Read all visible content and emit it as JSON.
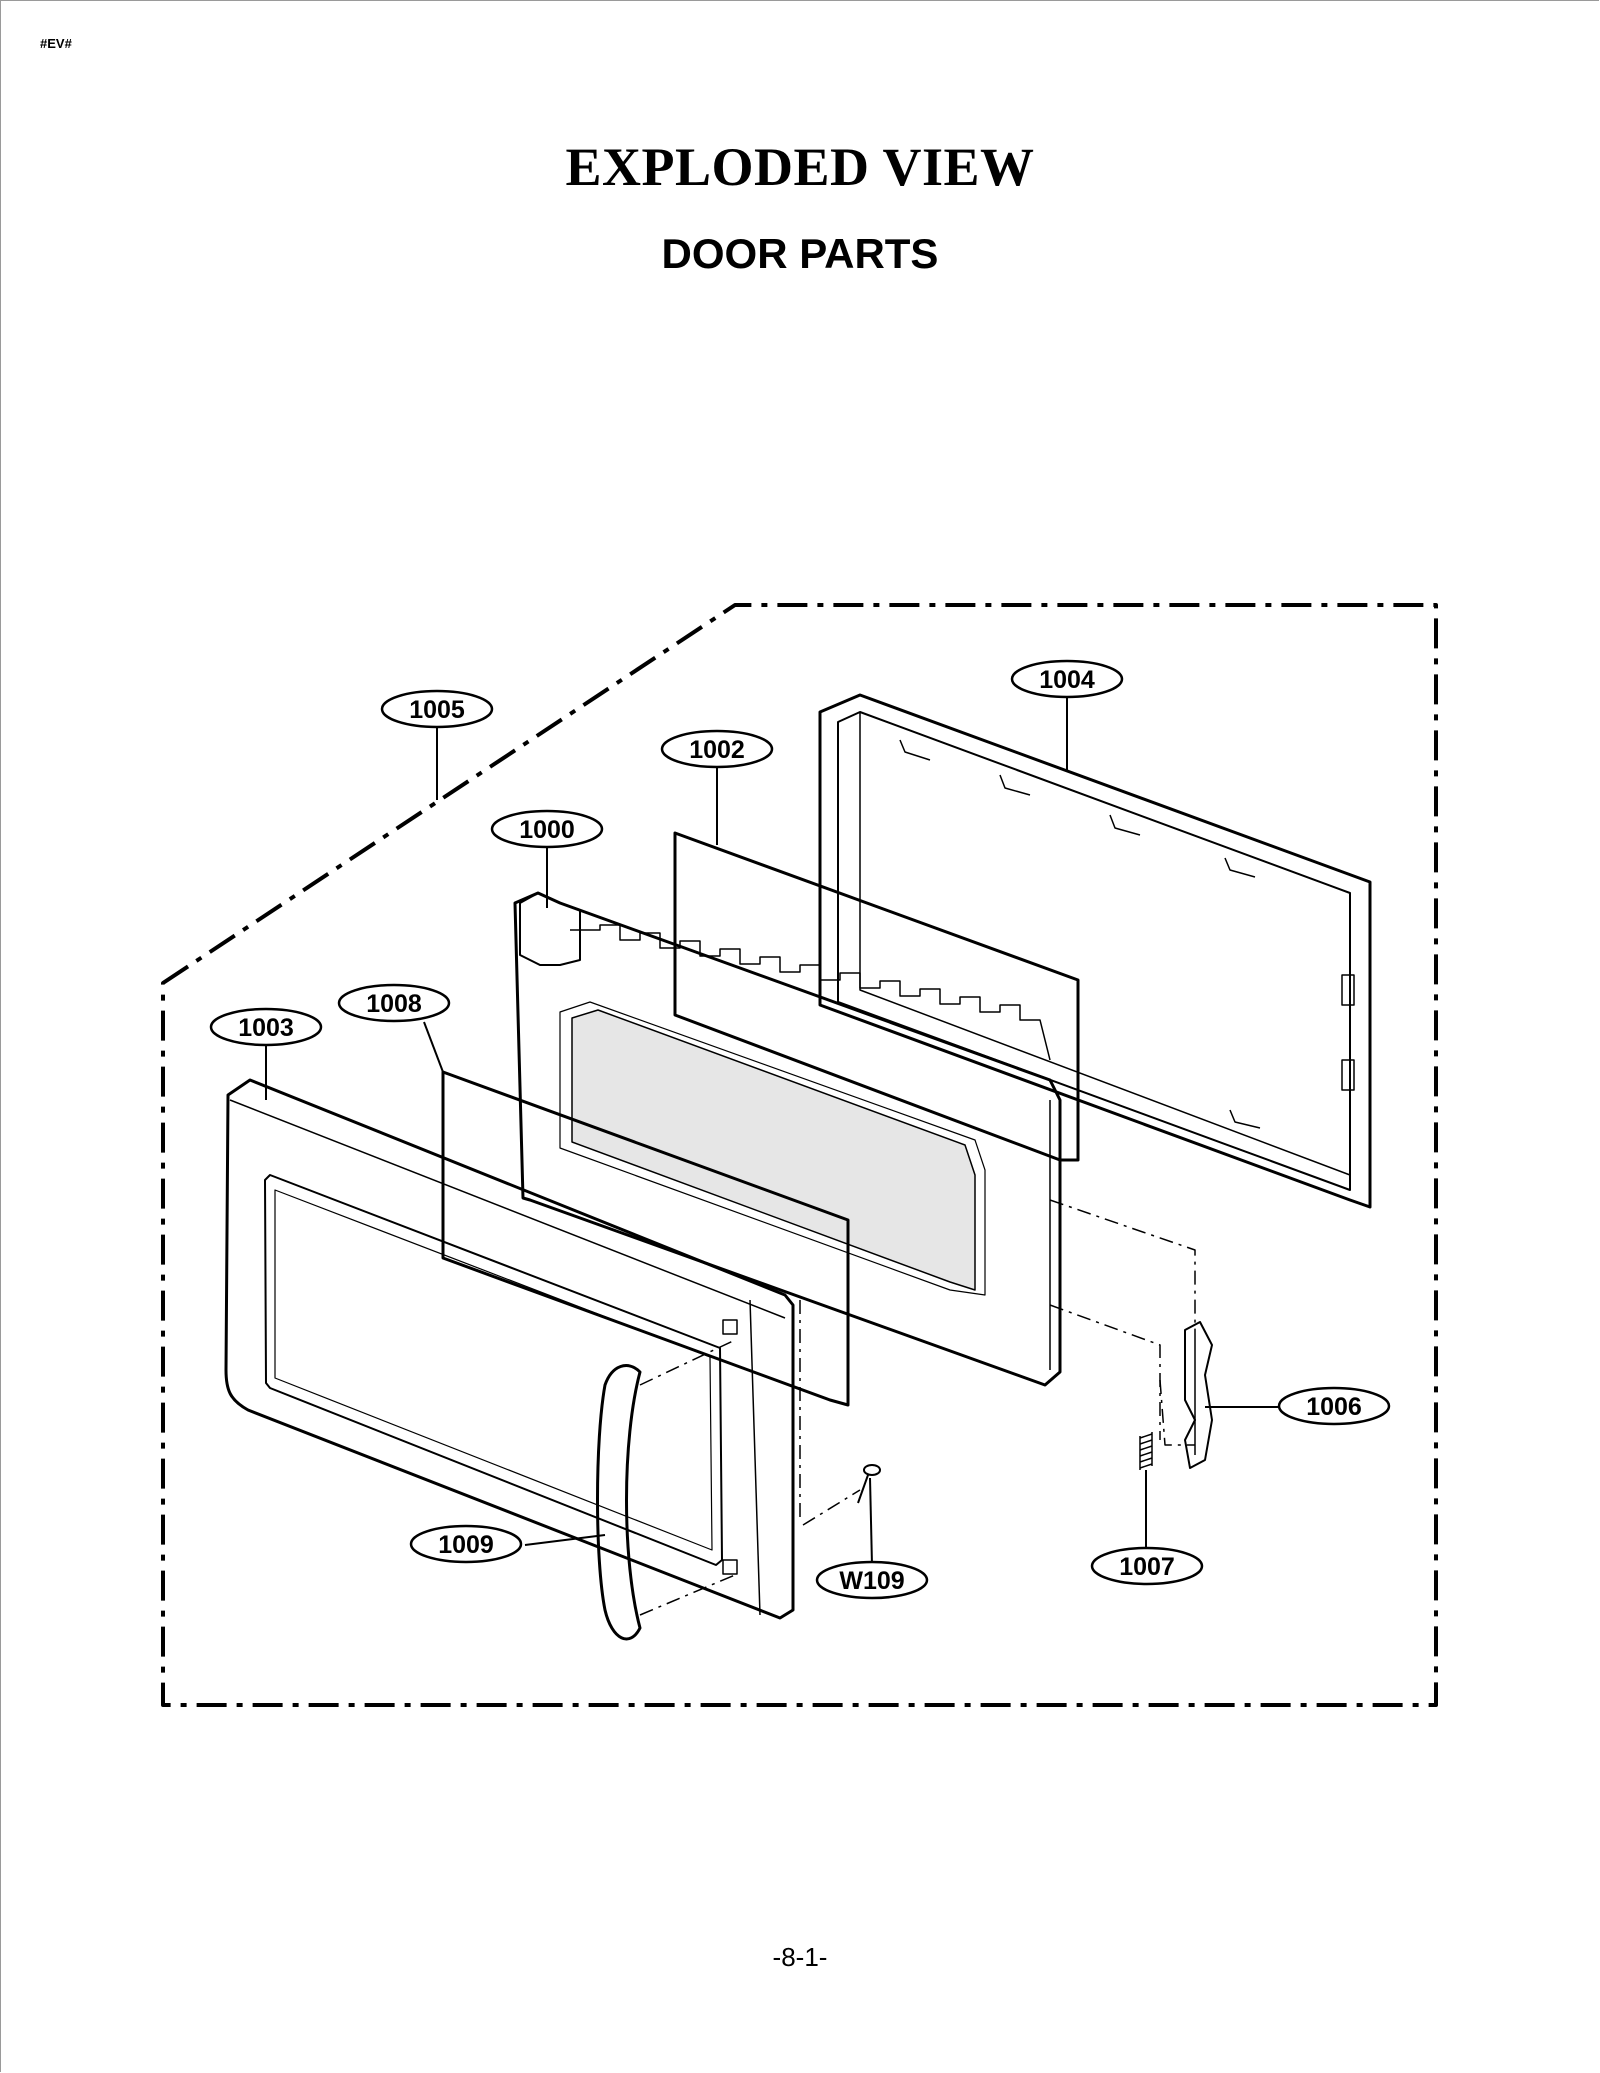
{
  "header": {
    "tag": "#EV#",
    "title": "EXPLODED VIEW",
    "subtitle": "DOOR PARTS"
  },
  "callouts": [
    {
      "id": "1005",
      "label": "1005"
    },
    {
      "id": "1002",
      "label": "1002"
    },
    {
      "id": "1004",
      "label": "1004"
    },
    {
      "id": "1000",
      "label": "1000"
    },
    {
      "id": "1008",
      "label": "1008"
    },
    {
      "id": "1003",
      "label": "1003"
    },
    {
      "id": "1006",
      "label": "1006"
    },
    {
      "id": "1009",
      "label": "1009"
    },
    {
      "id": "W109",
      "label": "W109"
    },
    {
      "id": "1007",
      "label": "1007"
    }
  ],
  "footer": {
    "page_number": "-8-1-"
  },
  "colors": {
    "line": "#000000",
    "window_fill": "#e6e6e6",
    "background": "#ffffff"
  }
}
